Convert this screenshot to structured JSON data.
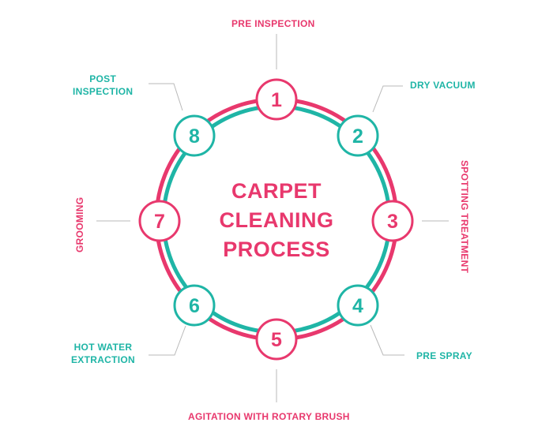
{
  "title_lines": [
    "CARPET",
    "CLEANING",
    "PROCESS"
  ],
  "steps": [
    {
      "number": "1",
      "label": "PRE INSPECTION"
    },
    {
      "number": "2",
      "label": "DRY VACUUM"
    },
    {
      "number": "3",
      "label": "SPOTTING TREATMENT"
    },
    {
      "number": "4",
      "label": "PRE SPRAY"
    },
    {
      "number": "5",
      "label": "AGITATION WITH ROTARY BRUSH"
    },
    {
      "number": "6",
      "label_lines": [
        "HOT WATER",
        "EXTRACTION"
      ]
    },
    {
      "number": "7",
      "label": "GROOMING"
    },
    {
      "number": "8",
      "label_lines": [
        "POST",
        "INSPECTION"
      ]
    }
  ],
  "colors": {
    "pink": "#e8386d",
    "teal": "#1fb5a6"
  }
}
